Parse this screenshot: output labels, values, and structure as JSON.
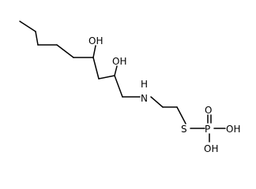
{
  "structure": {
    "labels": {
      "oh_c4": "OH",
      "oh_c2": "OH",
      "nh": "H",
      "n": "N",
      "s": "S",
      "p": "P",
      "o_double": "O",
      "oh_p_right": "OH",
      "oh_p_bottom": "OH"
    },
    "colors": {
      "bonds": "#000000",
      "text": "#000000",
      "background": "#ffffff"
    }
  }
}
